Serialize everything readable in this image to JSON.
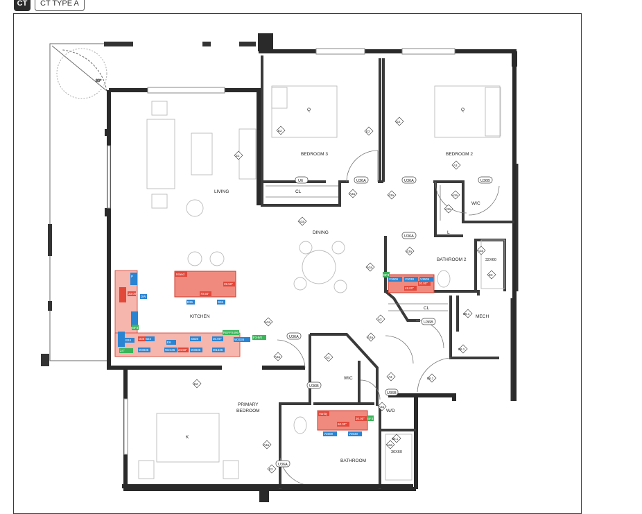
{
  "header": {
    "badge": "CT",
    "plan_name": "CT TYPE A"
  },
  "rooms": {
    "living": "LIVING",
    "dining": "DINING",
    "kitchen": "KITCHEN",
    "bedroom3": "BEDROOM 3",
    "bedroom2": "BEDROOM 2",
    "bathroom2": "BATHROOM 2",
    "mech": "MECH",
    "primary1": "PRIMARY",
    "primary2": "BEDROOM",
    "bathroom": "BATHROOM",
    "wic": "WIC",
    "wic2": "WIC",
    "wd": "W/D",
    "cl": "CL",
    "cl2": "CL",
    "l": "L"
  },
  "tags": {
    "e2": "E2",
    "u36a": "U36A",
    "u36b": "U36B",
    "u6": "U6",
    "u36b_bath": "U36B",
    "a3": "A3",
    "a3a": "A3a",
    "b6": "B6.1",
    "q": "Q",
    "k": "K",
    "tub": "32X60",
    "shower": "36X60",
    "e3": "E3",
    "angle": "90°"
  },
  "markers": {
    "island": "Island",
    "island_dim": "39.50\"",
    "island_dim2": "70.50\"",
    "b36a": "B36",
    "b36b": "B36",
    "vanity": "Vanity",
    "vanity_dim": "60.00\"",
    "vanity_dim2": "30.00\"",
    "v3609": "V3609",
    "v3030": "V3030",
    "v3030b": "V3030",
    "v3609b": "V3609",
    "bath2_dim": "48.00\"",
    "bf1": "BF3",
    "bf2": "BF3",
    "refpan": "REFP2496",
    "fill": "F3-9/0",
    "w3036": "W3036",
    "w2436": "W2436",
    "w1536": "W1536",
    "w3036b": "W3036",
    "b24": "B24",
    "sb36": "SB36",
    "e6": "E6",
    "corner": "D36",
    "dim_a": "24.50\"",
    "dim_b": "30.00\"",
    "dim_c": "33.00\"",
    "dim_d": "24\"",
    "pantry": "P",
    "dw": "DW"
  },
  "colors": {
    "wall": "#2a2a2a",
    "red_fill": "#f08a7e",
    "red_tag": "#e2483a",
    "blue_tag": "#2a84d2",
    "green_tag": "#3bb55a"
  }
}
